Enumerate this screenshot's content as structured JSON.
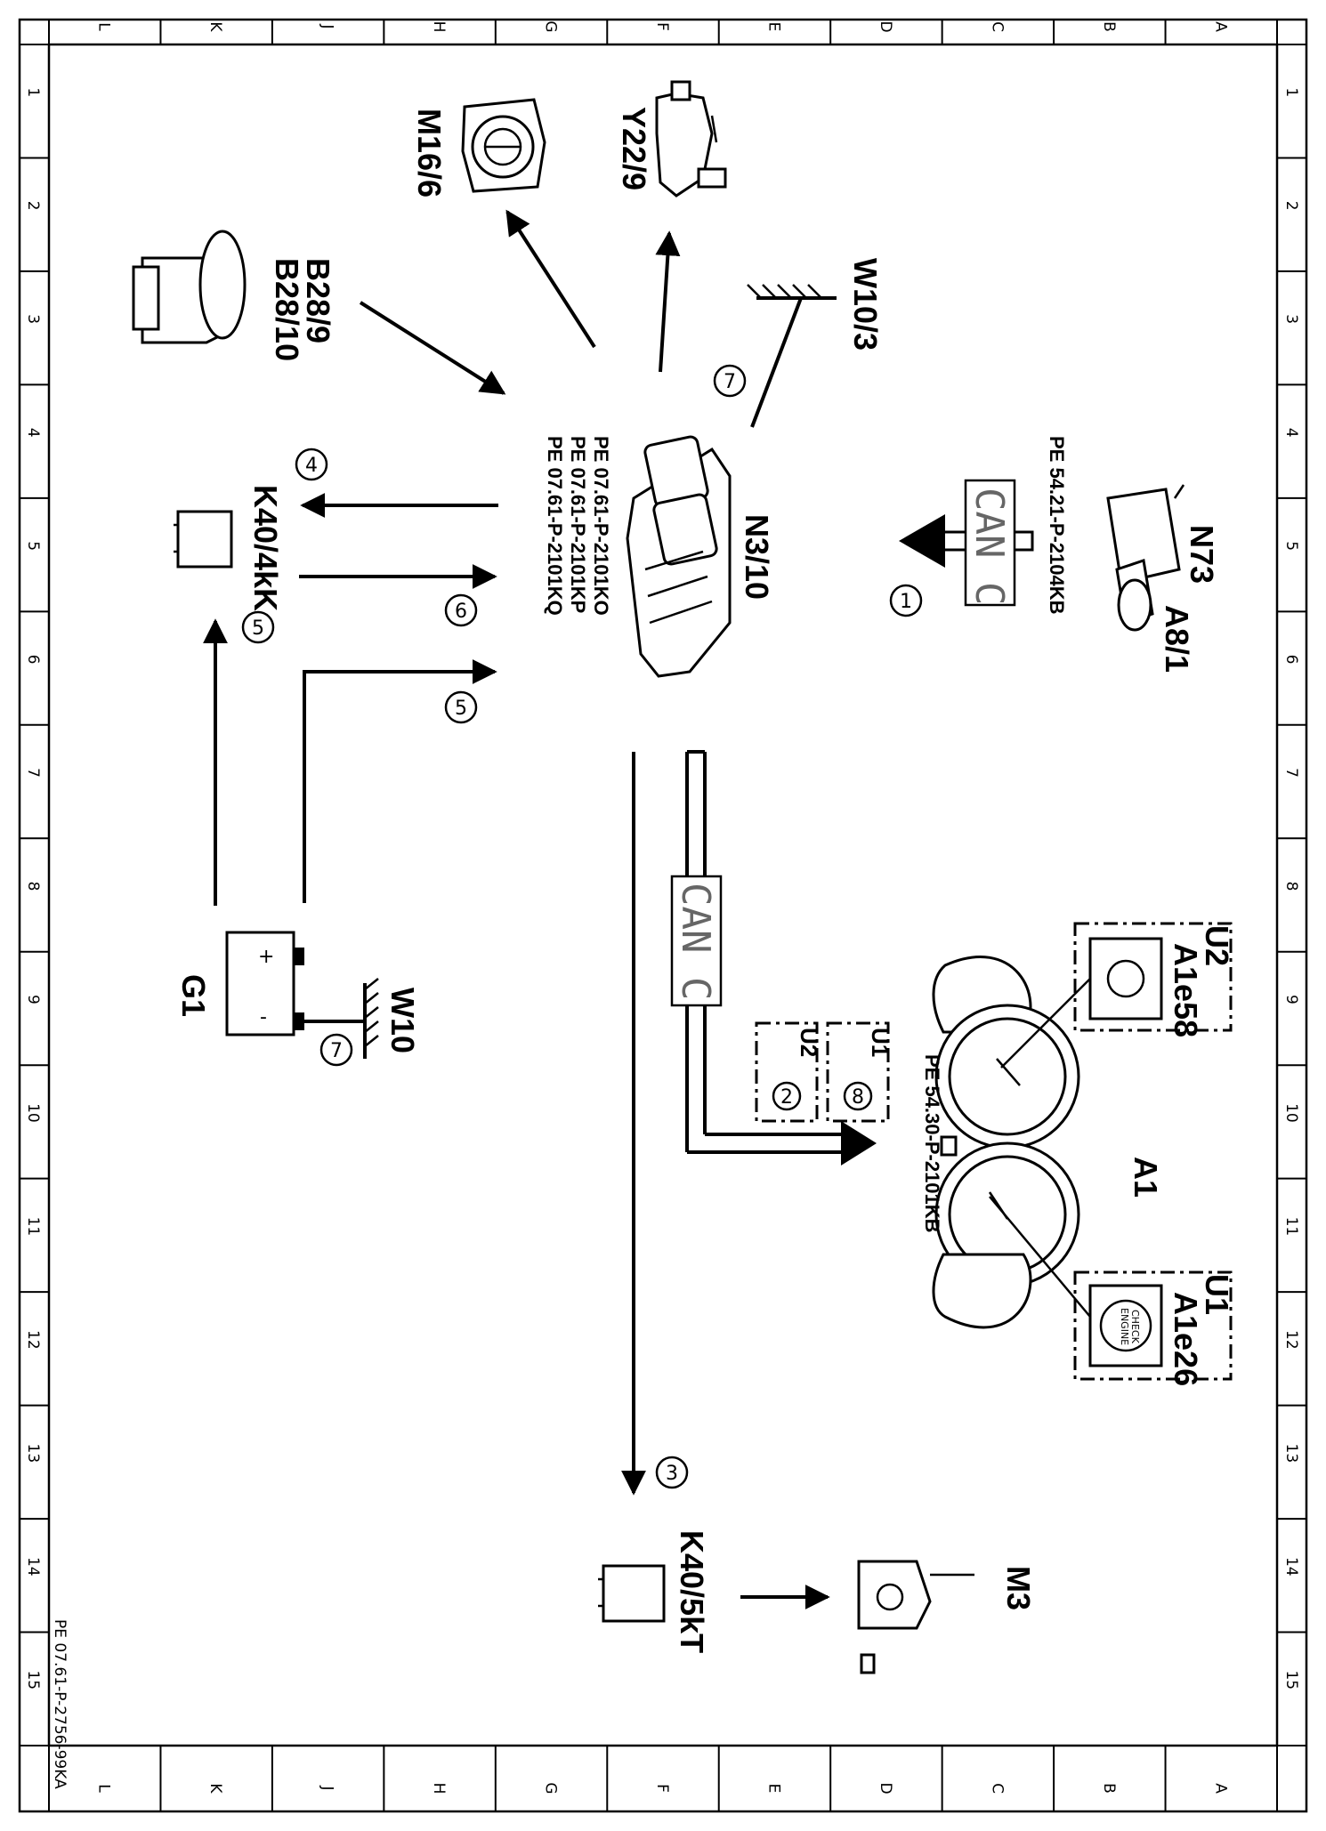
{
  "drawing_number": "PE 07.61-P-2756-99KA",
  "grid": {
    "letters": [
      "L",
      "K",
      "J",
      "H",
      "G",
      "F",
      "E",
      "D",
      "C",
      "B",
      "A"
    ],
    "numbers": [
      "1",
      "2",
      "3",
      "4",
      "5",
      "6",
      "7",
      "8",
      "9",
      "10",
      "11",
      "12",
      "13",
      "14",
      "15"
    ]
  },
  "can_label": "CAN C",
  "components": {
    "n3_10": "N3/10",
    "n73": "N73",
    "a8_1": "A8/1",
    "w10_3": "W10/3",
    "y22_9": "Y22/9",
    "m16_6": "M16/6",
    "b28_9": "B28/9",
    "b28_10": "B28/10",
    "k40_4kk": "K40/4kK",
    "g1": "G1",
    "w10": "W10",
    "a1": "A1",
    "a1e58": "A1e58",
    "a1e26": "A1e26",
    "u1": "U1",
    "u2": "U2",
    "k40_5kt": "K40/5kT",
    "m3": "M3"
  },
  "references": {
    "n3_10_a": "PE  07.61-P-2101KO",
    "n3_10_b": "PE  07.61-P-2101KP",
    "n3_10_c": "PE  07.61-P-2101KQ",
    "n73": "PE  54.21-P-2104KB",
    "a1": "PE  54.30-P-2101KB"
  },
  "callouts": [
    "1",
    "2",
    "3",
    "4",
    "5",
    "6",
    "7",
    "8"
  ],
  "gauge_symbols": {
    "plus": "+",
    "minus": "-",
    "check_engine_1": "CHECK",
    "check_engine_2": "ENGINE"
  }
}
